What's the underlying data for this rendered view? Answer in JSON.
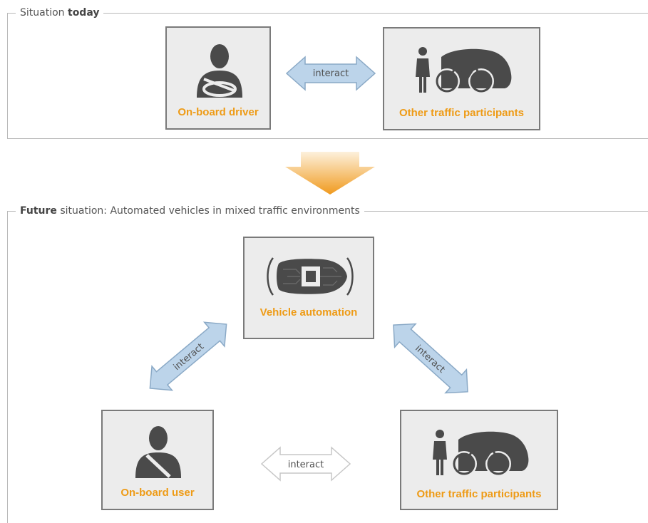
{
  "section_today": {
    "title_prefix": "Situation ",
    "title_emphasis": "today",
    "driver_label": "On-board driver",
    "traffic_label": "Other traffic participants",
    "interact_label": "interact"
  },
  "section_future": {
    "title_emphasis": "Future",
    "title_suffix": " situation: Automated vehicles in mixed traffic environments",
    "automation_label": "Vehicle automation",
    "user_label": "On-board user",
    "traffic_label": "Other traffic participants",
    "interact_left_label": "interact",
    "interact_right_label": "interact",
    "interact_bottom_label": "interact"
  },
  "colors": {
    "accent_orange": "#ee9b16",
    "arrow_blue": "#bcd4ea",
    "box_fill": "#ececec",
    "icon_gray": "#4a4a4a"
  },
  "icons": {
    "driver": "driver-with-steering-wheel-icon",
    "traffic": "pedestrian-bicycle-car-icon",
    "automation": "automated-car-chip-icon",
    "user": "seated-passenger-icon",
    "transition": "down-arrow-icon"
  }
}
